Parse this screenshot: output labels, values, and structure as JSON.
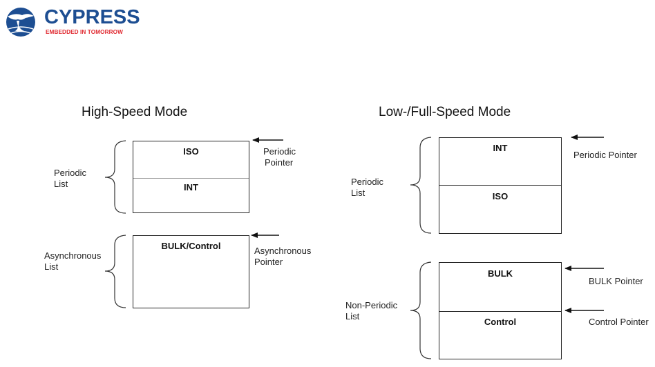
{
  "logo": {
    "wordmark": "CYPRESS",
    "tagline": "EMBEDDED IN TOMORROW",
    "icon": "cypress-tree-globe-icon",
    "colors": {
      "blue": "#1d4e92",
      "red": "#e0282f"
    }
  },
  "high_speed": {
    "title": "High-Speed Mode",
    "periodic_list": {
      "label_line1": "Periodic",
      "label_line2": "List",
      "cells": [
        "ISO",
        "INT"
      ]
    },
    "periodic_pointer": {
      "line1": "Periodic",
      "line2": "Pointer"
    },
    "async_list": {
      "label_line1": "Asynchronous",
      "label_line2": "List",
      "cells": [
        "BULK/Control"
      ]
    },
    "async_pointer": {
      "line1": "Asynchronous",
      "line2": "Pointer"
    }
  },
  "low_full_speed": {
    "title": "Low-/Full-Speed Mode",
    "periodic_list": {
      "label_line1": "Periodic",
      "label_line2": "List",
      "cells": [
        "INT",
        "ISO"
      ]
    },
    "periodic_pointer": "Periodic Pointer",
    "non_periodic_list": {
      "label_line1": "Non-Periodic",
      "label_line2": "List",
      "cells": [
        "BULK",
        "Control"
      ]
    },
    "bulk_pointer": "BULK Pointer",
    "control_pointer": "Control Pointer"
  }
}
